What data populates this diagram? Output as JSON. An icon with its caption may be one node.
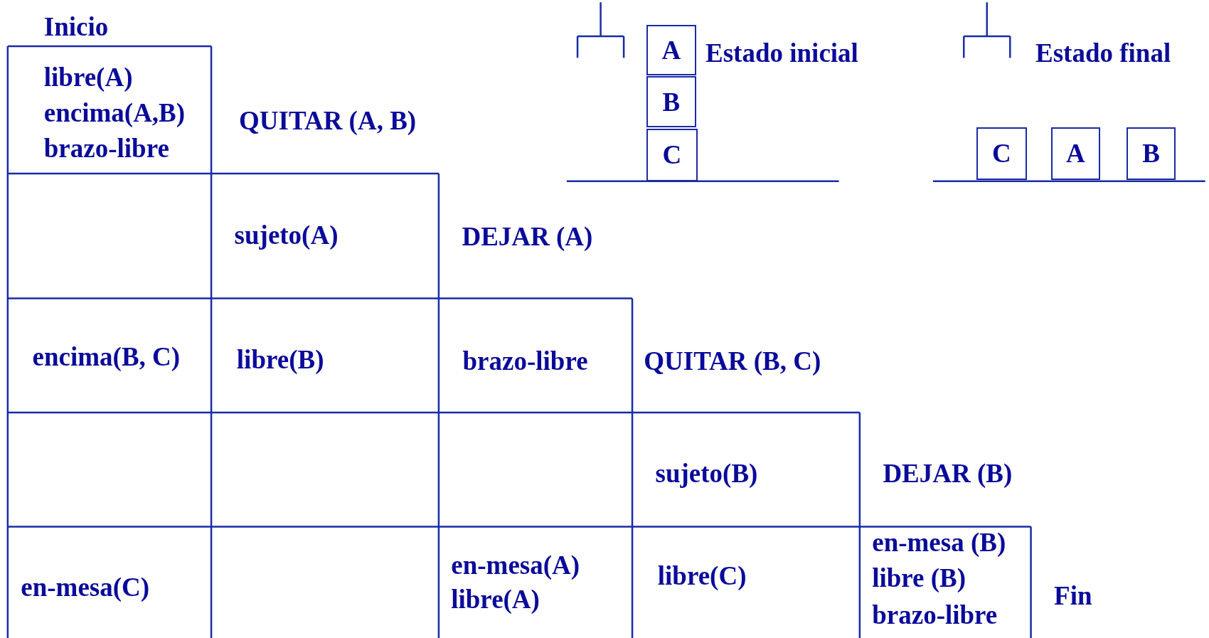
{
  "diagram": {
    "nodes": [
      {
        "text": [
          "A"
        ]
      },
      {
        "text": [
          "B"
        ]
      },
      {
        "text": [
          "C"
        ]
      },
      {
        "text": [
          "C"
        ]
      },
      {
        "text": [
          "A"
        ]
      },
      {
        "text": [
          "B"
        ]
      }
    ],
    "labels": [
      "Inicio",
      "Estado inicial",
      "Estado final",
      "libre(A)",
      "encima(A,B)",
      "brazo-libre",
      "QUITAR (A, B)",
      "sujeto(A)",
      "DEJAR (A)",
      "encima(B, C)",
      "libre(B)",
      "brazo-libre",
      "QUITAR (B, C)",
      "sujeto(B)",
      "DEJAR (B)",
      "en-mesa(C)",
      "en-mesa(A)",
      "libre(A)",
      "libre(C)",
      "en-mesa (B)",
      "libre (B)",
      "brazo-libre",
      "Fin"
    ]
  }
}
